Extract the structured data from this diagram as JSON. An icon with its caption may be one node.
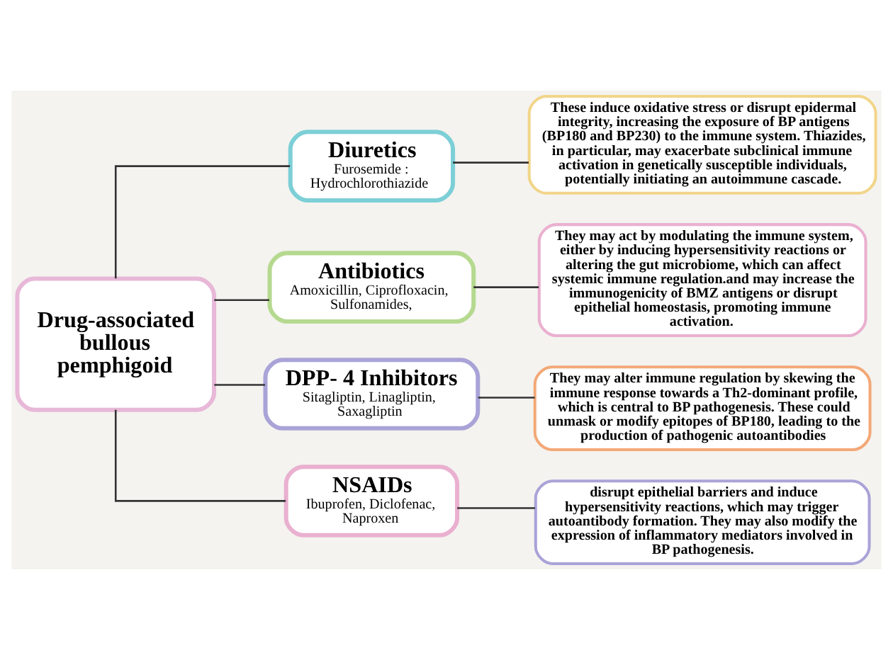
{
  "diagram": {
    "nodes": [
      {
        "text": [
          "Drug-associated bullous pemphigoid"
        ]
      },
      {
        "text": [
          "Diuretics",
          "Furosemide : Hydrochlorothiazide"
        ]
      },
      {
        "text": [
          "These induce oxidative stress or disrupt epidermal integrity, increasing the exposure of BP antigens (BP180 and BP230) to the immune system. Thiazides, in particular, may exacerbate subclinical immune activation in genetically susceptible individuals, potentially initiating an autoimmune cascade."
        ]
      },
      {
        "text": [
          "Antibiotics",
          "Amoxicillin, Ciprofloxacin, Sulfonamides,"
        ]
      },
      {
        "text": [
          "They may act by modulating the immune system, either by inducing hypersensitivity reactions or altering the gut microbiome, which can affect systemic immune regulation.and may increase the immunogenicity of BMZ antigens or disrupt epithelial homeostasis, promoting immune activation."
        ]
      },
      {
        "text": [
          "DPP- 4 Inhibitors",
          "Sitagliptin, Linagliptin, Saxagliptin"
        ]
      },
      {
        "text": [
          "They may alter immune regulation by skewing the immune response towards a Th2-dominant profile, which is central to BP pathogenesis. These could unmask or modify epitopes of BP180, leading to the production of pathogenic autoantibodies"
        ]
      },
      {
        "text": [
          "NSAIDs",
          "Ibuprofen, Diclofenac, Naproxen"
        ]
      },
      {
        "text": [
          "disrupt epithelial barriers and induce hypersensitivity reactions, which may trigger autoantibody formation. They may also modify the expression of inflammatory mediators involved in BP pathogenesis."
        ]
      }
    ],
    "edges": [
      {
        "from": 0,
        "to": 1,
        "arrow": "none"
      },
      {
        "from": 0,
        "to": 3,
        "arrow": "none"
      },
      {
        "from": 0,
        "to": 5,
        "arrow": "none"
      },
      {
        "from": 0,
        "to": 7,
        "arrow": "none"
      },
      {
        "from": 1,
        "to": 2,
        "arrow": "none"
      },
      {
        "from": 3,
        "to": 4,
        "arrow": "none"
      },
      {
        "from": 5,
        "to": 6,
        "arrow": "none"
      },
      {
        "from": 7,
        "to": 8,
        "arrow": "none"
      }
    ]
  }
}
